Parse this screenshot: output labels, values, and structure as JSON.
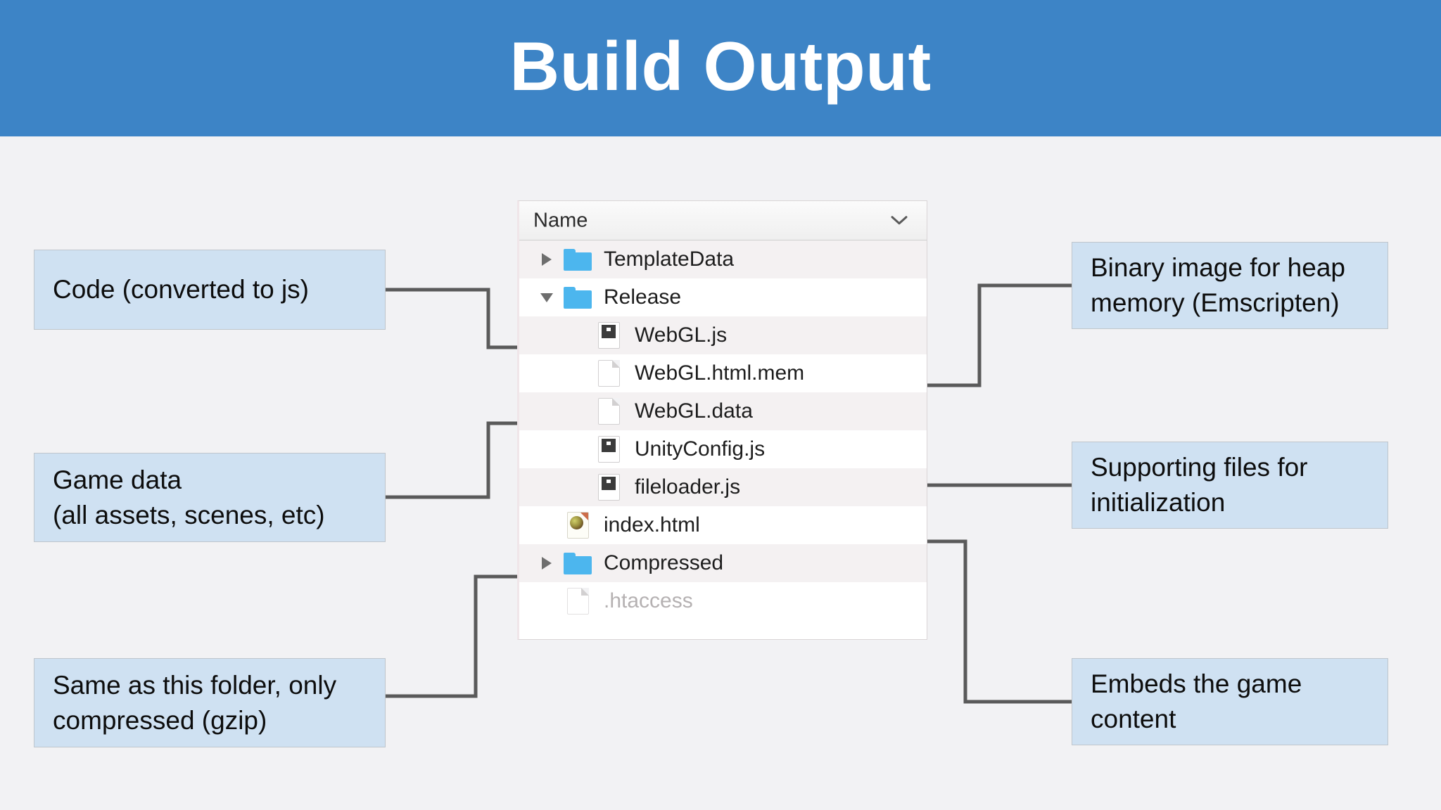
{
  "header": {
    "title": "Build Output",
    "background_color": "#3d84c6",
    "text_color": "#ffffff"
  },
  "file_panel": {
    "column_header": "Name",
    "sort_icon": "chevron-down-icon",
    "rows": [
      {
        "name": "TemplateData",
        "icon": "folder-icon",
        "twisty": "collapsed",
        "indent": 0,
        "dim": false
      },
      {
        "name": "Release",
        "icon": "folder-icon",
        "twisty": "expanded",
        "indent": 0,
        "dim": false
      },
      {
        "name": "WebGL.js",
        "icon": "js-file-icon",
        "twisty": "none",
        "indent": 1,
        "dim": false
      },
      {
        "name": "WebGL.html.mem",
        "icon": "blank-file-icon",
        "twisty": "none",
        "indent": 1,
        "dim": false
      },
      {
        "name": "WebGL.data",
        "icon": "blank-file-icon",
        "twisty": "none",
        "indent": 1,
        "dim": false
      },
      {
        "name": "UnityConfig.js",
        "icon": "js-file-icon",
        "twisty": "none",
        "indent": 1,
        "dim": false
      },
      {
        "name": "fileloader.js",
        "icon": "js-file-icon",
        "twisty": "none",
        "indent": 1,
        "dim": false
      },
      {
        "name": "index.html",
        "icon": "html-file-icon",
        "twisty": "none",
        "indent": 0,
        "dim": false
      },
      {
        "name": "Compressed",
        "icon": "folder-icon",
        "twisty": "collapsed",
        "indent": 0,
        "dim": false
      },
      {
        "name": ".htaccess",
        "icon": "blank-file-icon",
        "twisty": "none",
        "indent": 0,
        "dim": true
      }
    ]
  },
  "callouts": {
    "code": "Code (converted to js)",
    "game_data": "Game data\n(all assets, scenes, etc)",
    "compressed": "Same as this folder, only\ncompressed (gzip)",
    "binary_heap": "Binary image for heap\nmemory (Emscripten)",
    "supporting": "Supporting files for\ninitialization",
    "embeds": "Embeds the game\ncontent"
  },
  "colors": {
    "header_blue": "#3d84c6",
    "callout_fill": "#cfe1f2",
    "callout_border": "#bfc6cc",
    "connector": "#5a5a5a",
    "folder_blue": "#4cb6ee",
    "slide_background": "#f2f2f4"
  }
}
